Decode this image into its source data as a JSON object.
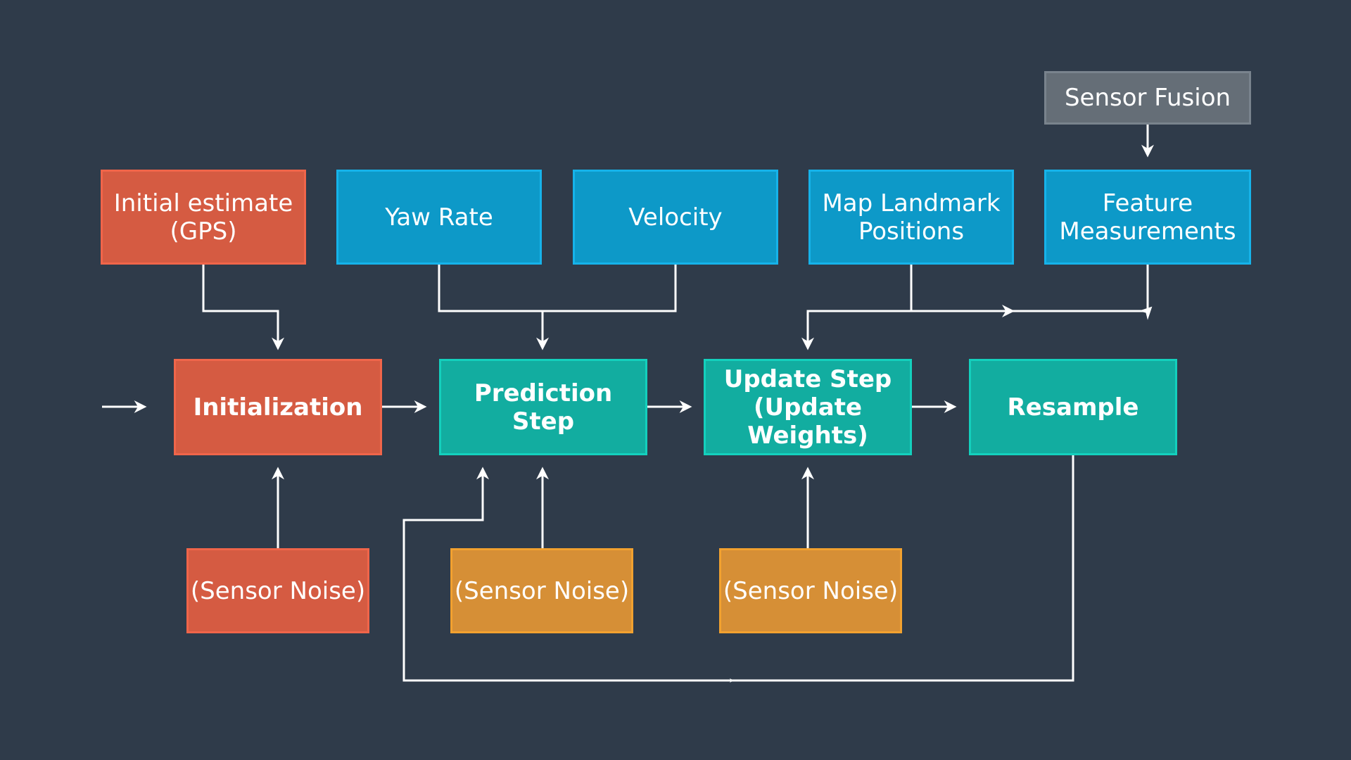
{
  "colors": {
    "background": "#2f3b4a",
    "red": "#d55b42",
    "blue": "#0d99c8",
    "teal": "#12ada0",
    "orange": "#d68f36",
    "gray": "#656e77",
    "arrow": "#ffffff"
  },
  "top": {
    "sensor_fusion": "Sensor Fusion"
  },
  "inputs": {
    "initial_estimate": "Initial estimate\n(GPS)",
    "yaw_rate": "Yaw Rate",
    "velocity": "Velocity",
    "map_landmark": "Map Landmark\nPositions",
    "feature_measurements": "Feature\nMeasurements"
  },
  "steps": {
    "initialization": "Initialization",
    "prediction": "Prediction Step",
    "update": "Update Step\n(Update Weights)",
    "resample": "Resample"
  },
  "noise": {
    "initialization_noise": "(Sensor Noise)",
    "prediction_noise": "(Sensor Noise)",
    "update_noise": "(Sensor Noise)"
  }
}
